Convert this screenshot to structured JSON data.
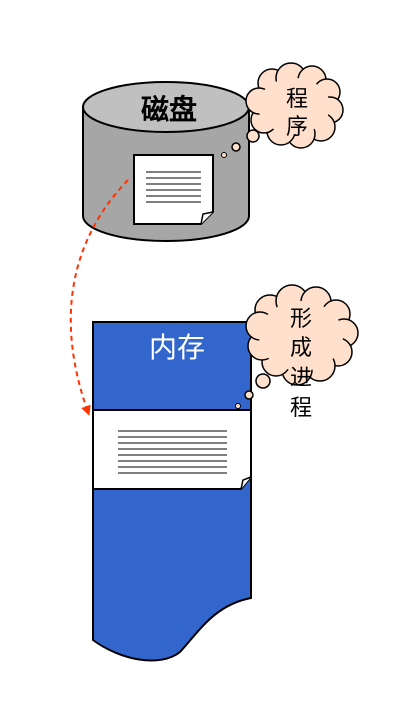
{
  "disk": {
    "label": "磁盘"
  },
  "memory": {
    "label": "内存"
  },
  "callout_program": {
    "lines": [
      "程",
      "序"
    ]
  },
  "callout_process": {
    "lines": [
      "形",
      "成",
      "进",
      "程"
    ]
  },
  "colors": {
    "disk_gray": "#a6a6a6",
    "memory_blue": "#3366cc",
    "cloud_fill": "#ffe0cc",
    "arrow_orange": "#ff3300"
  }
}
